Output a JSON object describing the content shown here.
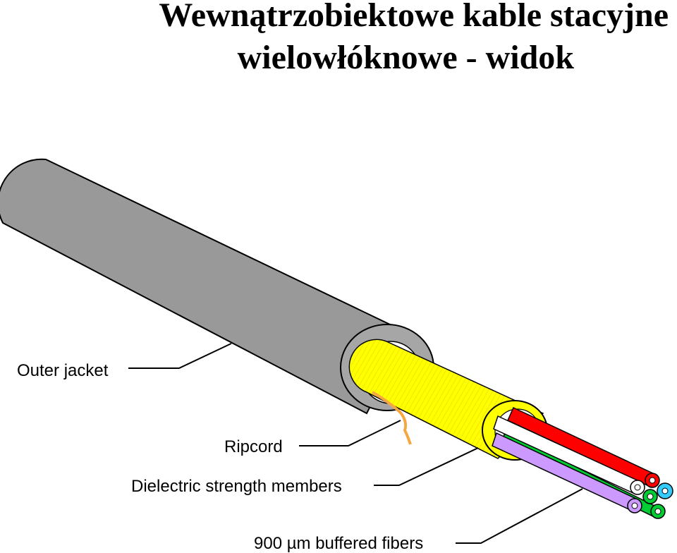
{
  "title": {
    "line1": "Wewnątrzobiektowe kable stacyjne",
    "line2": "wielowłóknowe - widok"
  },
  "labels": {
    "outer_jacket": "Outer jacket",
    "ripcord": "Ripcord",
    "strength_members": "Dielectric strength members",
    "buffered_fibers_prefix": "900 ",
    "buffered_fibers_unit_symbol": "µ",
    "buffered_fibers_suffix": "m buffered fibers"
  },
  "colors": {
    "jacket": "#999999",
    "strength_yellow": "#ffff00",
    "ripcord": "#f5a742",
    "fiber_red": "#ff0000",
    "fiber_white": "#ffffff",
    "fiber_violet": "#cc99ff",
    "fiber_green": "#00cc33",
    "fiber_cyan": "#33ccff"
  }
}
